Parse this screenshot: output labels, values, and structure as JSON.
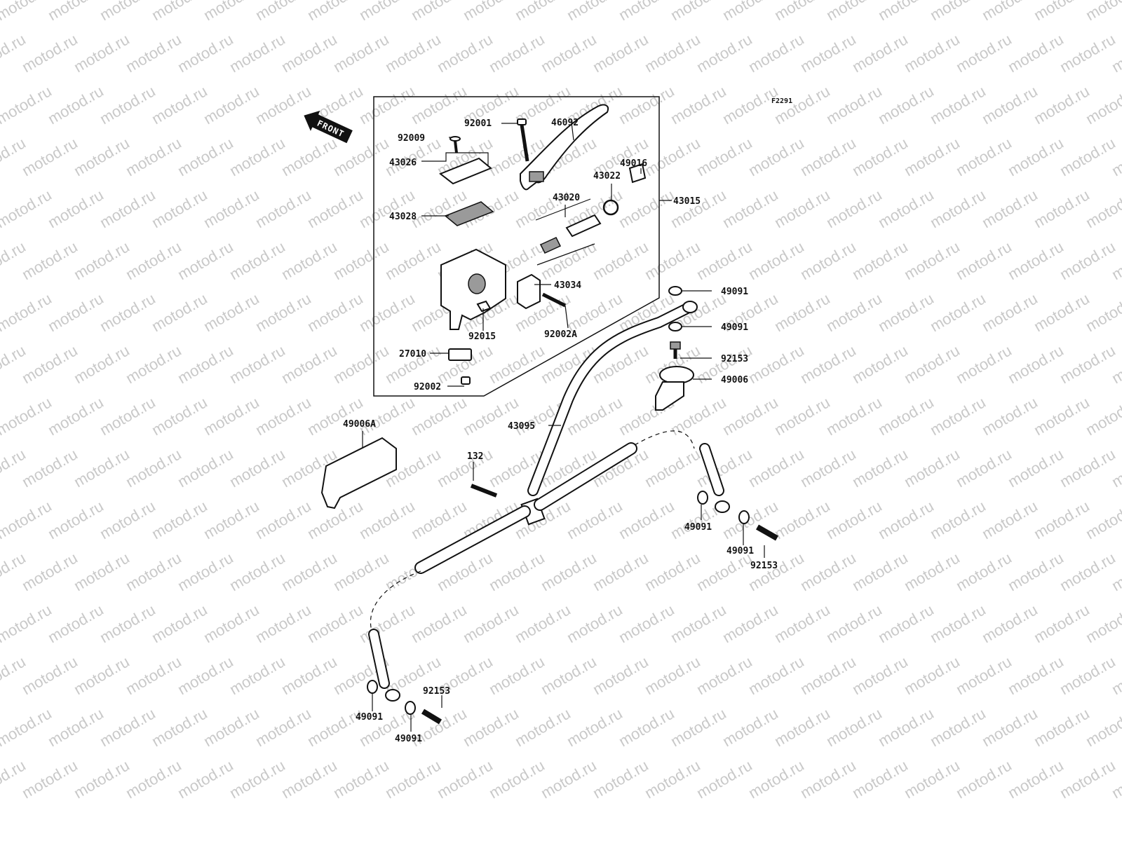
{
  "watermark": "motod.ru",
  "figure_id": "F2291",
  "front_label": "FRONT",
  "part_labels": {
    "p92001": "92001",
    "p46092": "46092",
    "p92009": "92009",
    "p43026": "43026",
    "p49016": "49016",
    "p43022": "43022",
    "p43020": "43020",
    "p43015": "43015",
    "p43028": "43028",
    "p43034": "43034",
    "p92015": "92015",
    "p92002A": "92002A",
    "p27010": "27010",
    "p92002": "92002",
    "p49091_a": "49091",
    "p49091_b": "49091",
    "p92153_a": "92153",
    "p49006": "49006",
    "p49006A": "49006A",
    "p43095": "43095",
    "p132": "132",
    "p49091_c": "49091",
    "p49091_d": "49091",
    "p92153_b": "92153",
    "p92153_c": "92153",
    "p49091_e": "49091",
    "p49091_f": "49091"
  }
}
